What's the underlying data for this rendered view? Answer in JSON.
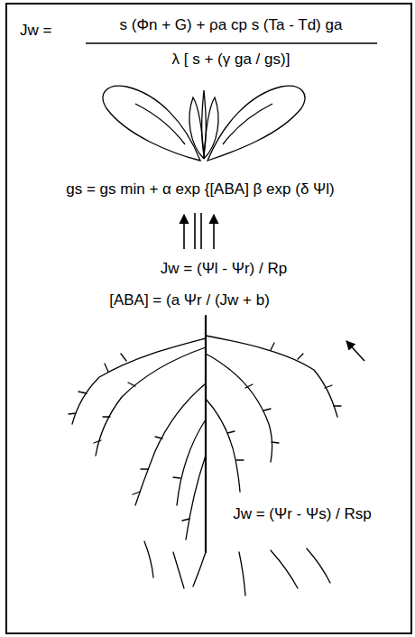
{
  "diagram": {
    "labels": [
      "Jw =",
      "s (Φn + G) + ρa cp s (Ta - Td) ga",
      "λ [ s + (γ ga / gs)]",
      "gs = gs min + α exp {[ABA] β exp (δ Ψl)",
      "Jw = (Ψl - Ψr) / Rp",
      "[ABA] = (a Ψr / (Jw + b)",
      "Jw = (Ψr - Ψs) / Rsp"
    ]
  }
}
